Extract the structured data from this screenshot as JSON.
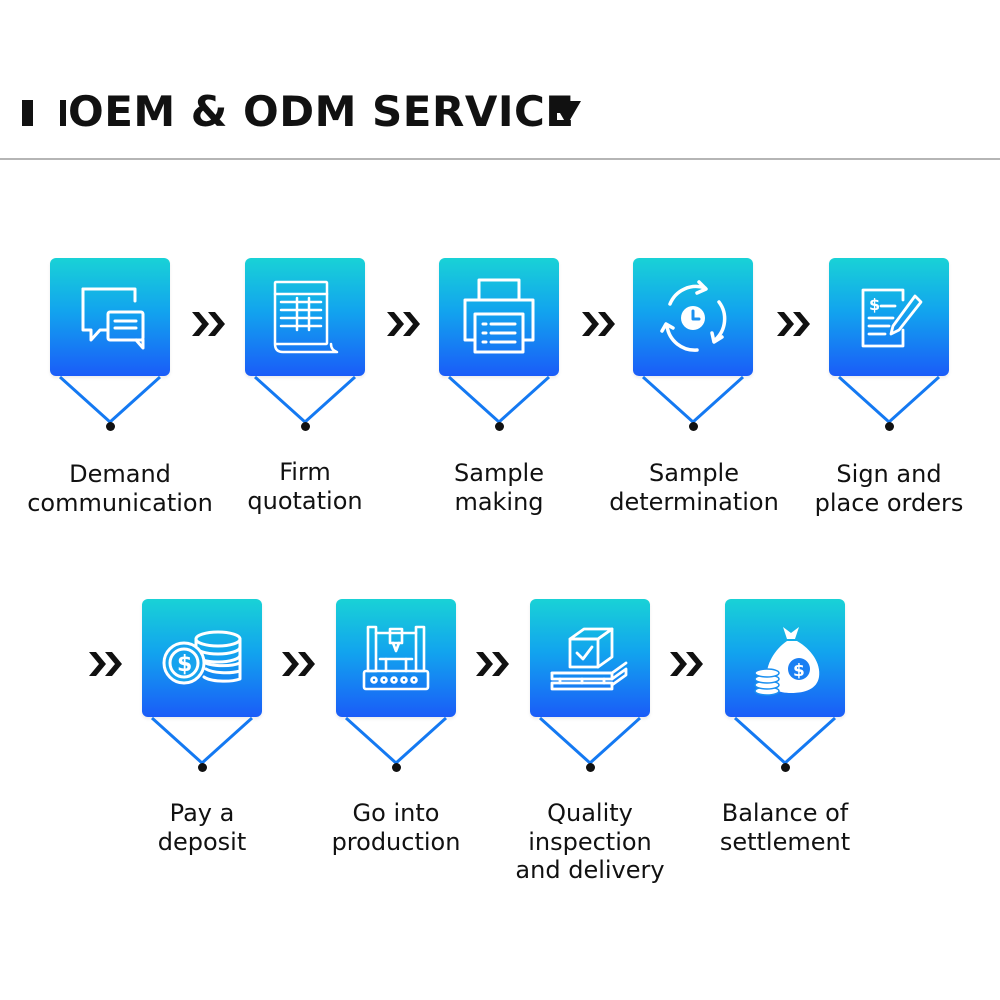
{
  "header": {
    "title": "OEM & ODM SERVICE",
    "marks_icon": "bars-icon",
    "caret_icon": "triangle-down-icon"
  },
  "colors": {
    "tile_top": "#19d2d6",
    "tile_bottom": "#1a5cf8",
    "pointer": "#1479f2",
    "text": "#111111",
    "rule": "#b5b5b5"
  },
  "connector_icon": "double-chevron-right-icon",
  "steps": [
    {
      "icon": "chat-bubbles-icon",
      "label_lines": [
        "Demand",
        "communication"
      ]
    },
    {
      "icon": "quotation-sheet-icon",
      "label_lines": [
        "Firm",
        "quotation"
      ]
    },
    {
      "icon": "printer-icon",
      "label_lines": [
        "Sample",
        "making"
      ]
    },
    {
      "icon": "clock-cycle-icon",
      "label_lines": [
        "Sample",
        "determination"
      ]
    },
    {
      "icon": "contract-sign-icon",
      "label_lines": [
        "Sign and",
        "place orders"
      ]
    },
    {
      "icon": "coins-dollar-icon",
      "label_lines": [
        "Pay a",
        "deposit"
      ]
    },
    {
      "icon": "production-machine-icon",
      "label_lines": [
        "Go into",
        "production"
      ]
    },
    {
      "icon": "box-pallet-check-icon",
      "label_lines": [
        "Quality",
        "inspection",
        "and delivery"
      ]
    },
    {
      "icon": "money-bag-icon",
      "label_lines": [
        "Balance of",
        "settlement"
      ]
    }
  ]
}
